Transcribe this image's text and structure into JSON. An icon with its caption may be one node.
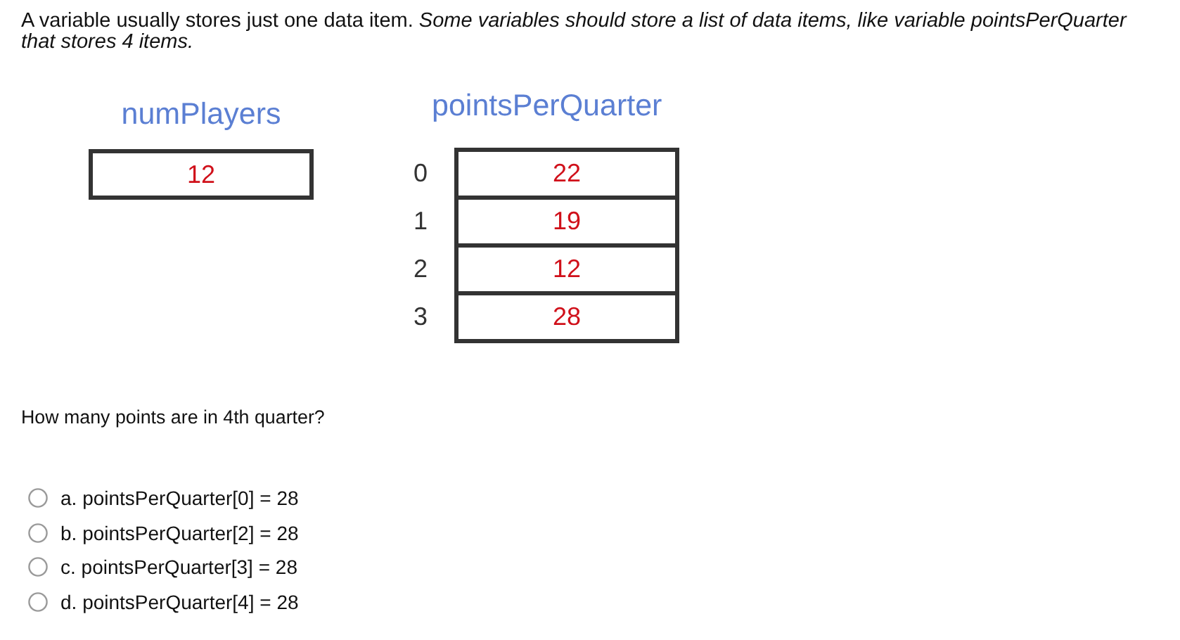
{
  "diagram": {
    "nodes": [
      {
        "text": [
          "numPlayers",
          "12"
        ]
      },
      {
        "text": [
          "pointsPerQuarter"
        ]
      },
      {
        "text": [
          "22"
        ],
        "beside": [
          "0"
        ],
        "in": 1
      },
      {
        "text": [
          "19"
        ],
        "beside": [
          "1"
        ],
        "in": 1
      },
      {
        "text": [
          "12"
        ],
        "beside": [
          "2"
        ],
        "in": 1
      },
      {
        "text": [
          "28"
        ],
        "beside": [
          "3"
        ],
        "in": 1
      }
    ],
    "labels": [
      "A variable usually stores just one data item. *Some variables should store a list of data items, like variable pointsPerQuarter that stores 4 items.*",
      "How many points are in 4th quarter?",
      "a. pointsPerQuarter[0] = 28",
      "b. pointsPerQuarter[2] = 28",
      "c. pointsPerQuarter[3] = 28",
      "d. pointsPerQuarter[4] = 28"
    ]
  }
}
